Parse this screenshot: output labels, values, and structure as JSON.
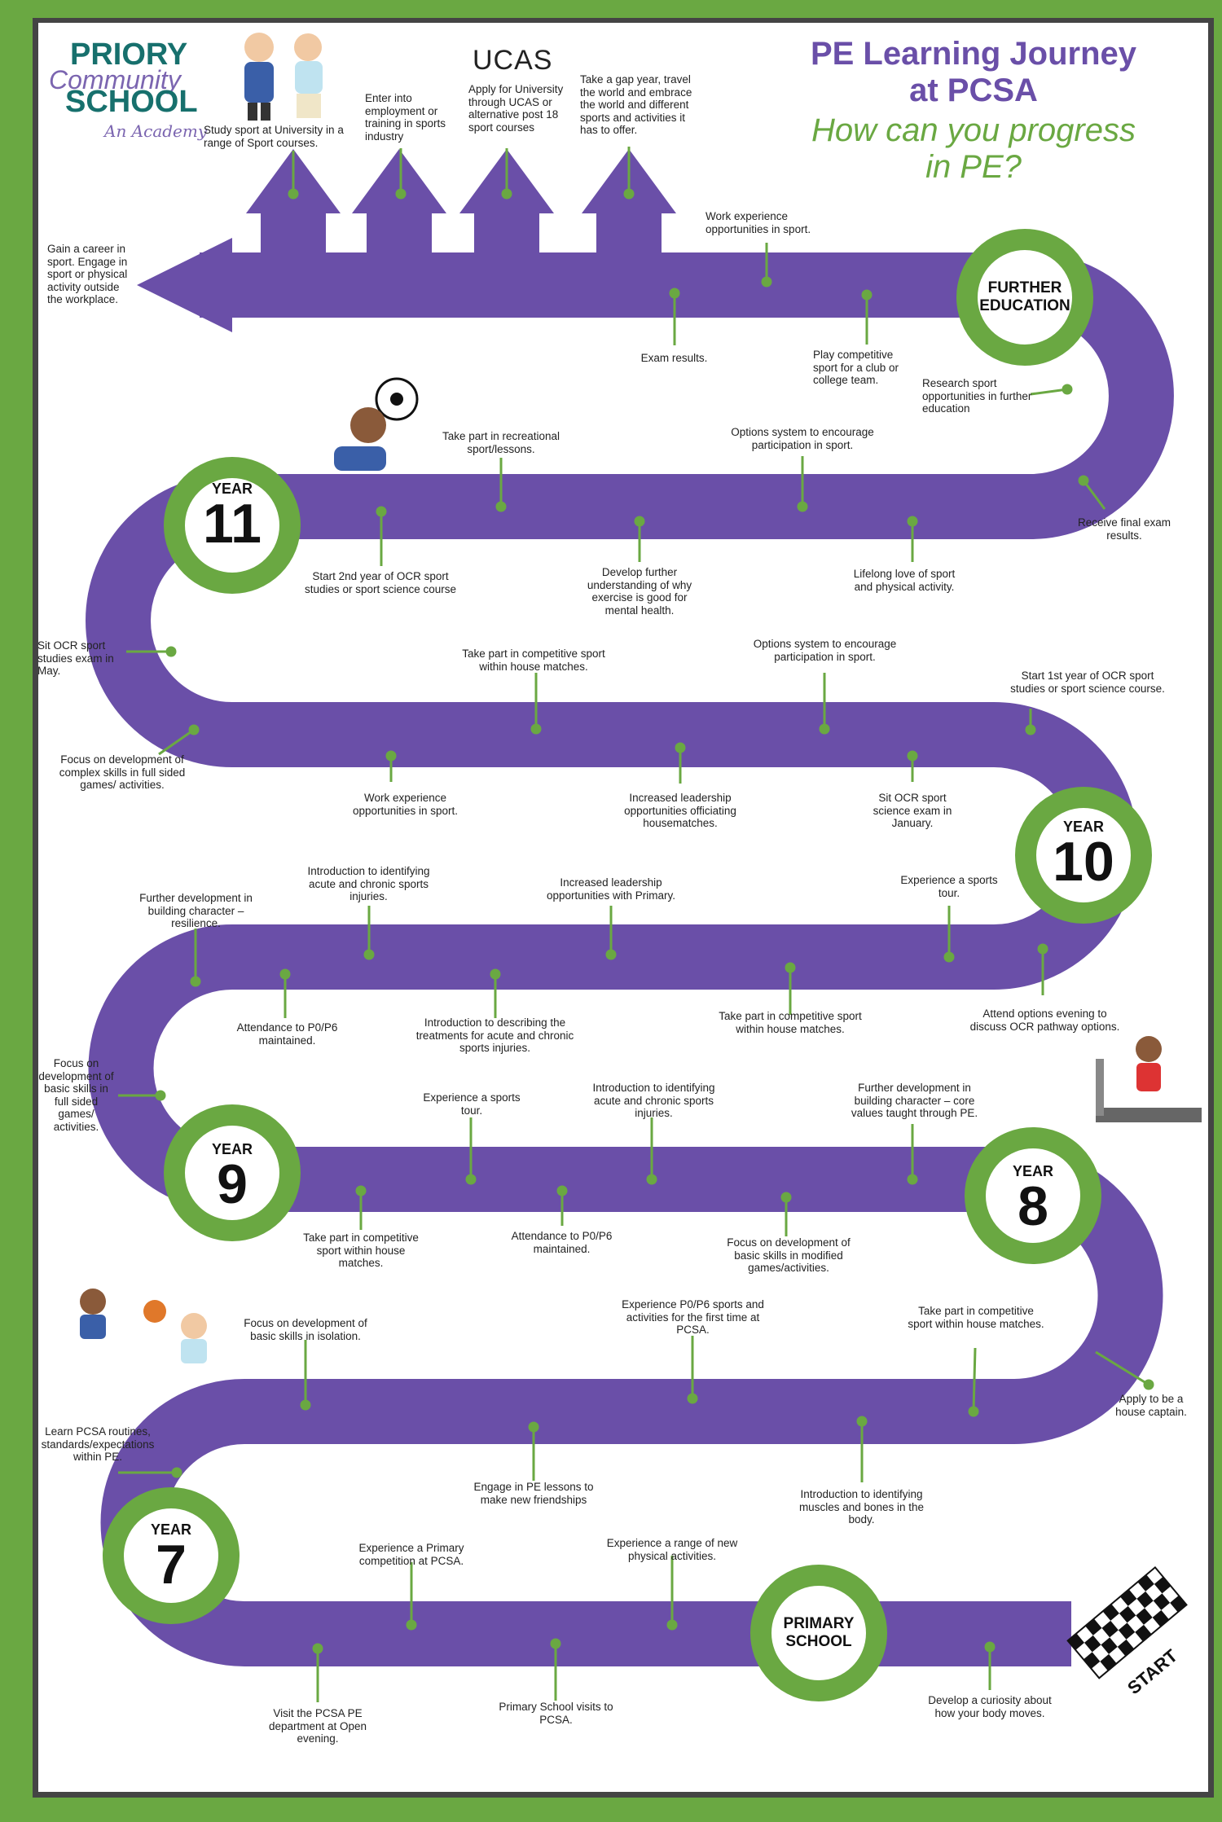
{
  "header": {
    "school_line1": "PRIORY",
    "school_line2": "Community",
    "school_line3": "SCHOOL",
    "school_line4": "An Academy",
    "ucas": "UCAS",
    "title_line1": "PE Learning Journey",
    "title_line2": "at PCSA",
    "subtitle_line1": "How can you progress",
    "subtitle_line2": "in PE?"
  },
  "stages": {
    "further_education": [
      "FURTHER",
      "EDUCATION"
    ],
    "year11": [
      "YEAR",
      "11"
    ],
    "year10": [
      "YEAR",
      "10"
    ],
    "year9": [
      "YEAR",
      "9"
    ],
    "year8": [
      "YEAR",
      "8"
    ],
    "year7": [
      "YEAR",
      "7"
    ],
    "primary": [
      "PRIMARY",
      "SCHOOL"
    ],
    "start": "START"
  },
  "labels": {
    "career": "Gain a career in sport. Engage in sport or physical activity outside the workplace.",
    "university": "Study sport at University in a range of Sport courses.",
    "employment": "Enter into employment or training in sports industry",
    "ucas_apply": "Apply for University through UCAS or alternative post 18 sport courses",
    "gap_year": "Take a gap year, travel the world and embrace the world and different sports and activities it has to offer.",
    "fe_work_exp": "Work experience opportunities in sport.",
    "fe_exam_results": "Exam results.",
    "fe_play_comp": "Play competitive sport for a club or college team.",
    "fe_research": "Research sport opportunities in further education",
    "y11_final_results": "Receive final exam results.",
    "y11_options": "Options system to encourage participation in sport.",
    "y11_recreational": "Take part in recreational sport/lessons.",
    "y11_lifelong": "Lifelong love of sport and physical activity.",
    "y11_mental": "Develop further understanding of why exercise is good for mental health.",
    "y11_start2nd": "Start 2nd year of OCR sport studies or sport science course",
    "y11_sit_ocr": "Sit OCR sport studies exam in May.",
    "y11_complex": "Focus on development of complex skills in full sided games/ activities.",
    "y10_house": "Take part in competitive sport within house matches.",
    "y10_options": "Options system to encourage participation in sport.",
    "y10_start1st": "Start 1st year of OCR sport studies or sport science course.",
    "y10_work_exp": "Work experience opportunities in sport.",
    "y10_leadership": "Increased leadership opportunities officiating housematches.",
    "y10_sit_ocr": "Sit OCR sport science exam in January.",
    "y10_attend_options": "Attend options evening to discuss OCR pathway options.",
    "y10_tour": "Experience a sports tour.",
    "y10_leadership_primary": "Increased leadership opportunities with Primary.",
    "y10_injuries": "Introduction to identifying acute and chronic sports injuries.",
    "y10_resilience": "Further development in building character – resilience.",
    "y10_attendance": "Attendance to P0/P6 maintained.",
    "y10_treatments": "Introduction to describing the treatments for  acute and chronic sports injuries.",
    "y10_house2": "Take part in competitive sport within house matches.",
    "y9_basic_full": "Focus on development of basic skills in full sided games/ activities.",
    "y9_tour": "Experience a sports tour.",
    "y9_injuries": "Introduction to identifying acute and chronic sports injuries.",
    "y9_core_values": "Further development in building character – core values taught through PE.",
    "y9_house": "Take part in competitive sport within house matches.",
    "y9_attendance": "Attendance to P0/P6 maintained.",
    "y9_modified": "Focus on development of basic skills in modified games/activities.",
    "y8_isolation": "Focus on development of basic skills in isolation.",
    "y8_p0p6": "Experience P0/P6 sports and activities for the first time at PCSA.",
    "y8_house": "Take part in competitive sport within house matches.",
    "y8_captain": "Apply to be a house captain.",
    "y8_routines": "Learn PCSA routines, standards/expectations within PE.",
    "y8_friendships": "Engage in PE lessons to make new friendships",
    "y8_muscles": "Introduction to identifying muscles and bones in the body.",
    "y7_primary_comp": "Experience a Primary competition at PCSA.",
    "y7_range": "Experience a range of new physical activities.",
    "y7_visit": "Visit the PCSA PE department at Open evening.",
    "y7_primary_visits": "Primary School visits to PCSA.",
    "y7_curiosity": "Develop a curiosity about how your body moves."
  },
  "colors": {
    "border_green": "#6aa842",
    "road_purple": "#6a4fa8",
    "title_purple": "#6a4fa8",
    "title_green": "#6aa842",
    "logo_teal": "#17706d"
  }
}
